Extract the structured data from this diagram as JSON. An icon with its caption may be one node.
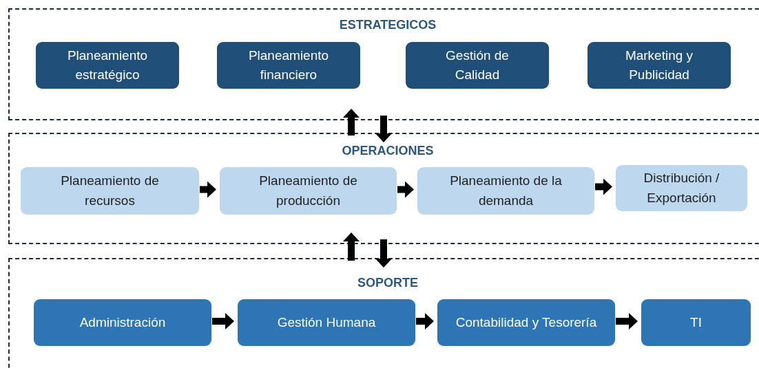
{
  "diagram": {
    "nodes": [
      {
        "text": [
          "ESTRATEGICOS"
        ]
      },
      {
        "text": [
          "Planeamiento estratégico"
        ],
        "in": 0
      },
      {
        "text": [
          "Planeamiento financiero"
        ],
        "in": 0
      },
      {
        "text": [
          "Gestión de Calidad"
        ],
        "in": 0
      },
      {
        "text": [
          "Marketing y Publicidad"
        ],
        "in": 0
      },
      {
        "text": [
          "OPERACIONES"
        ]
      },
      {
        "text": [
          "Planeamiento de recursos"
        ],
        "in": 5
      },
      {
        "text": [
          "Planeamiento de producción"
        ],
        "in": 5
      },
      {
        "text": [
          "Planeamiento de la demanda"
        ],
        "in": 5
      },
      {
        "text": [
          "Distribución / Exportación"
        ],
        "in": 5
      },
      {
        "text": [
          "SOPORTE"
        ]
      },
      {
        "text": [
          "Administración"
        ],
        "in": 10
      },
      {
        "text": [
          "Gestión Humana"
        ],
        "in": 10
      },
      {
        "text": [
          "Contabilidad y Tesorería"
        ],
        "in": 10
      },
      {
        "text": [
          "TI"
        ],
        "in": 10
      }
    ],
    "edges": [
      {
        "from": 5,
        "to": 0,
        "arrow": "to"
      },
      {
        "from": 0,
        "to": 5,
        "arrow": "to"
      },
      {
        "from": 6,
        "to": 7,
        "arrow": "to"
      },
      {
        "from": 7,
        "to": 8,
        "arrow": "to"
      },
      {
        "from": 8,
        "to": 9,
        "arrow": "to"
      },
      {
        "from": 10,
        "to": 5,
        "arrow": "to"
      },
      {
        "from": 5,
        "to": 10,
        "arrow": "to"
      },
      {
        "from": 11,
        "to": 12,
        "arrow": "to"
      },
      {
        "from": 12,
        "to": 13,
        "arrow": "to"
      },
      {
        "from": 13,
        "to": 14,
        "arrow": "to"
      }
    ]
  }
}
